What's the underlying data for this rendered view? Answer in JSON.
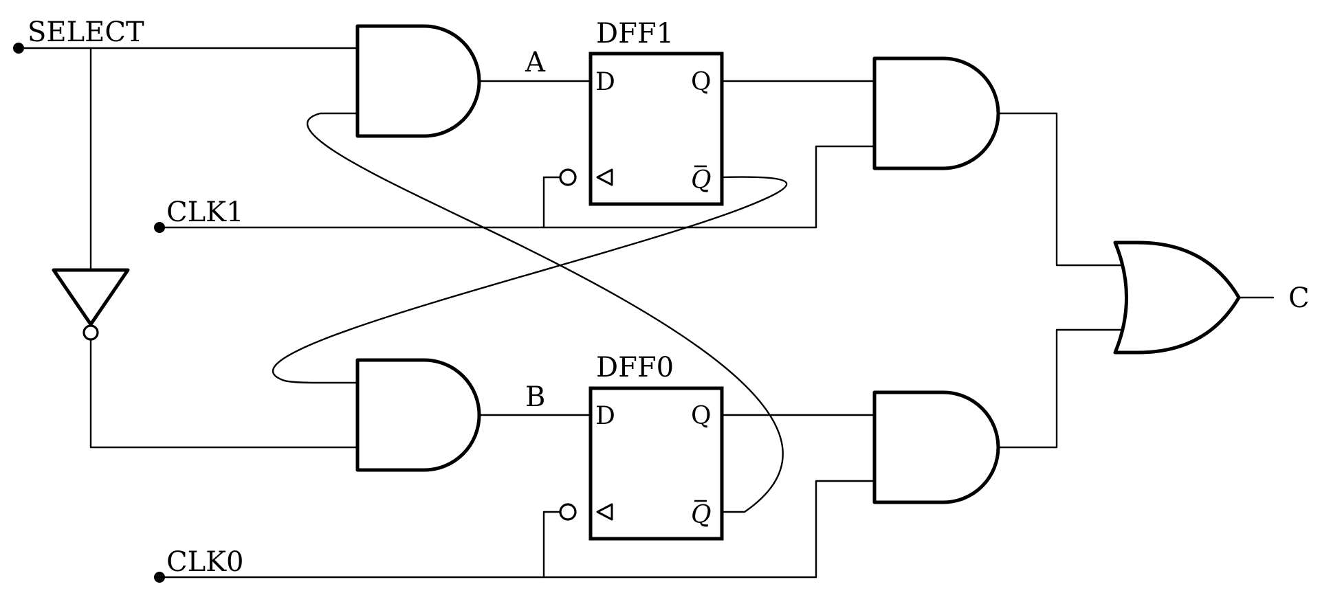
{
  "inputs": {
    "select": "SELECT",
    "clk1": "CLK1",
    "clk0": "CLK0"
  },
  "output": {
    "c": "C"
  },
  "signals": {
    "a": "A",
    "b": "B"
  },
  "flipflops": {
    "dff1": {
      "title": "DFF1",
      "d": "D",
      "q": "Q",
      "qbar": "Q"
    },
    "dff0": {
      "title": "DFF0",
      "d": "D",
      "q": "Q",
      "qbar": "Q"
    }
  }
}
